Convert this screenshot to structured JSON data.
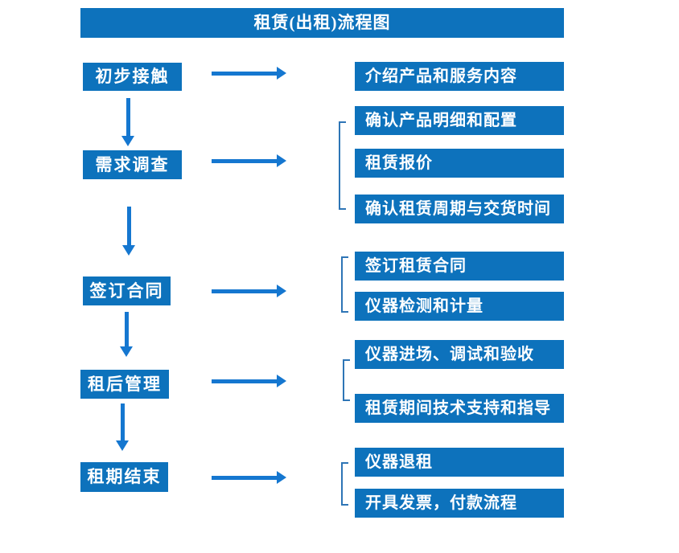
{
  "title": "租赁(出租)流程图",
  "colors": {
    "box_blue": "#0d72bc",
    "arrow_blue": "#1577d0",
    "bracket_blue": "#2e75b6",
    "text_white": "#ffffff"
  },
  "stages": [
    {
      "label": "初步接触",
      "items": [
        "介绍产品和服务内容"
      ]
    },
    {
      "label": "需求调查",
      "items": [
        "确认产品明细和配置",
        "租赁报价",
        "确认租赁周期与交货时间"
      ]
    },
    {
      "label": "签订合同",
      "items": [
        "签订租赁合同",
        "仪器检测和计量"
      ]
    },
    {
      "label": "租后管理",
      "items": [
        "仪器进场、调试和验收",
        "租赁期间技术支持和指导"
      ]
    },
    {
      "label": "租期结束",
      "items": [
        "仪器退租",
        "开具发票，付款流程"
      ]
    }
  ]
}
